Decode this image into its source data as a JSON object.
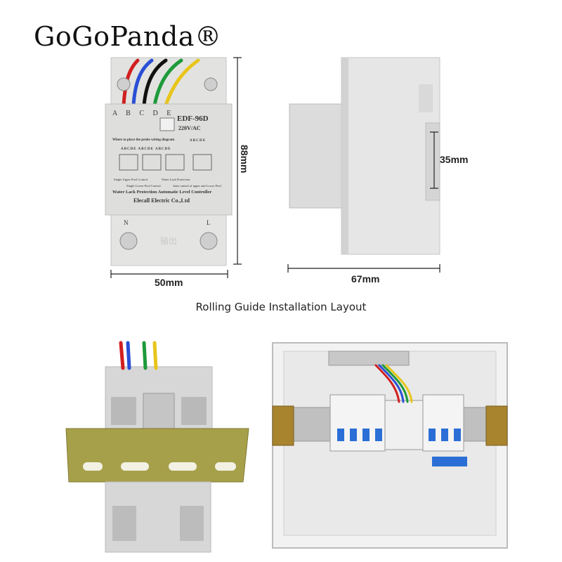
{
  "brand": {
    "name": "GoGoPanda®"
  },
  "dimensions": {
    "height_front": "88mm",
    "width_front": "50mm",
    "rail_height": "35mm",
    "depth_side": "67mm"
  },
  "caption": "Rolling Guide Installation Layout",
  "device_labels": {
    "model": "EDF-96D",
    "voltage": "220V/AC",
    "terminals": "A B C D E",
    "probe_title": "Where to place the probe wiring diagram",
    "probe_groups": "ABCDE  ABCDE  ABCDE",
    "probe_group_right": "A B C  D E",
    "mode_upper": "Single Upper Pool Control",
    "mode_protect": "Water Lack Protection",
    "mode_lower": "Single Lower Pool Control",
    "mode_joint": "Joint control of upper and Lower Pool",
    "product_name": "Water Lack Protection Automatic Level Controller",
    "maker": "Elecall Electric Co.,Ltd",
    "terminal_n": "N",
    "terminal_l": "L",
    "output_label": "输出"
  },
  "colors": {
    "device_body": "#dedfdc",
    "wire_red": "#d11f1f",
    "wire_blue": "#2a4fd6",
    "wire_black": "#111111",
    "wire_green": "#1e9a3a",
    "wire_yellow": "#e8c51c",
    "rail": "#a7a04a"
  }
}
